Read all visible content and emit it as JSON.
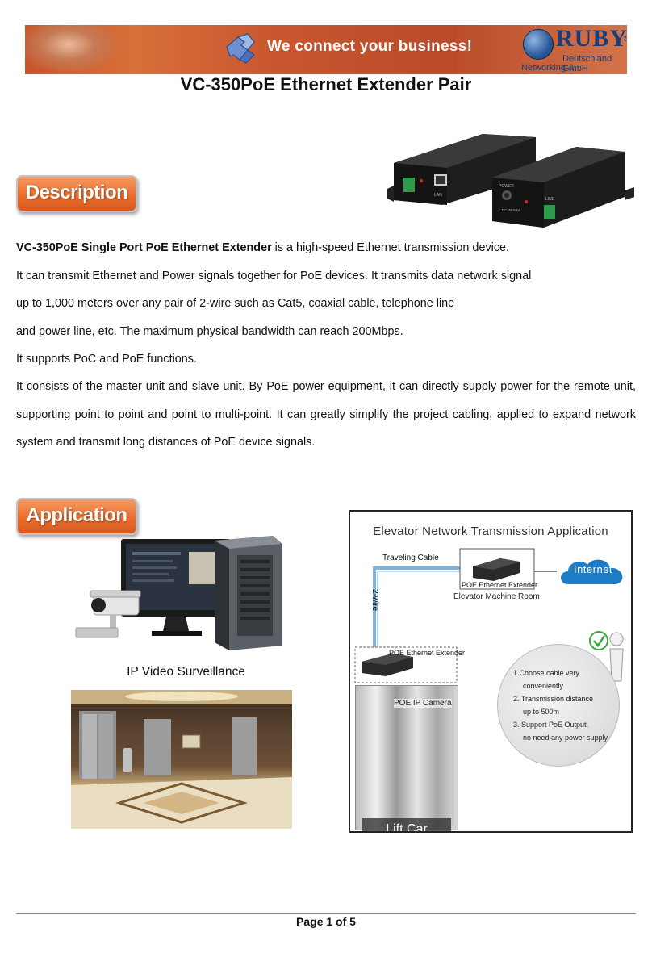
{
  "banner": {
    "slogan": "We connect your business!",
    "brand": "RUBY",
    "brand_sub": "tech",
    "company": "Deutschland GmbH",
    "tagline": "Networking & Communications"
  },
  "page_title": "VC-350PoE Ethernet Extender Pair",
  "sections": {
    "description": "Description",
    "application": "Application"
  },
  "description": {
    "lead_bold": "VC-350PoE Single Port PoE Ethernet Extender",
    "lead_rest": " is a high-speed Ethernet transmission device.",
    "line2": "It can transmit Ethernet and Power signals together for PoE devices. It transmits data network signal",
    "line3": "up to 1,000 meters over any pair of 2-wire such as Cat5, coaxial cable, telephone line",
    "line4": "and power line, etc. The maximum physical bandwidth can reach 200Mbps.",
    "line5": "It supports PoC and PoE functions.",
    "line6": "It consists of the master unit and slave unit. By PoE power equipment, it can directly supply power for the remote unit,",
    "line7": "supporting point to point and point to multi-point. It can greatly simplify the project cabling, applied to expand network",
    "line8": "system and transmit long distances of PoE device signals."
  },
  "device_labels": {
    "left_port": "LAN",
    "right_port": "LINE",
    "power": "POWER",
    "dc": "DC 48-56V"
  },
  "application": {
    "surveillance_caption": "IP Video Surveillance",
    "diagram": {
      "title": "Elevator Network  Transmission Application",
      "traveling_cable": "Traveling Cable",
      "two_wire": "2-wire",
      "extender_top": "POE Ethernet Extender",
      "machine_room": "Elevator Machine Room",
      "internet": "Internet",
      "extender_bottom": "POE Ethernet Extender",
      "camera": "POE IP Camera",
      "lift_car": "Lift Car",
      "notes": [
        "1.Choose cable very",
        "conveniently",
        "2. Transmission distance",
        "up to 500m",
        "3. Support PoE Output,",
        "no need any power supply"
      ]
    }
  },
  "footer": "Page 1 of 5"
}
